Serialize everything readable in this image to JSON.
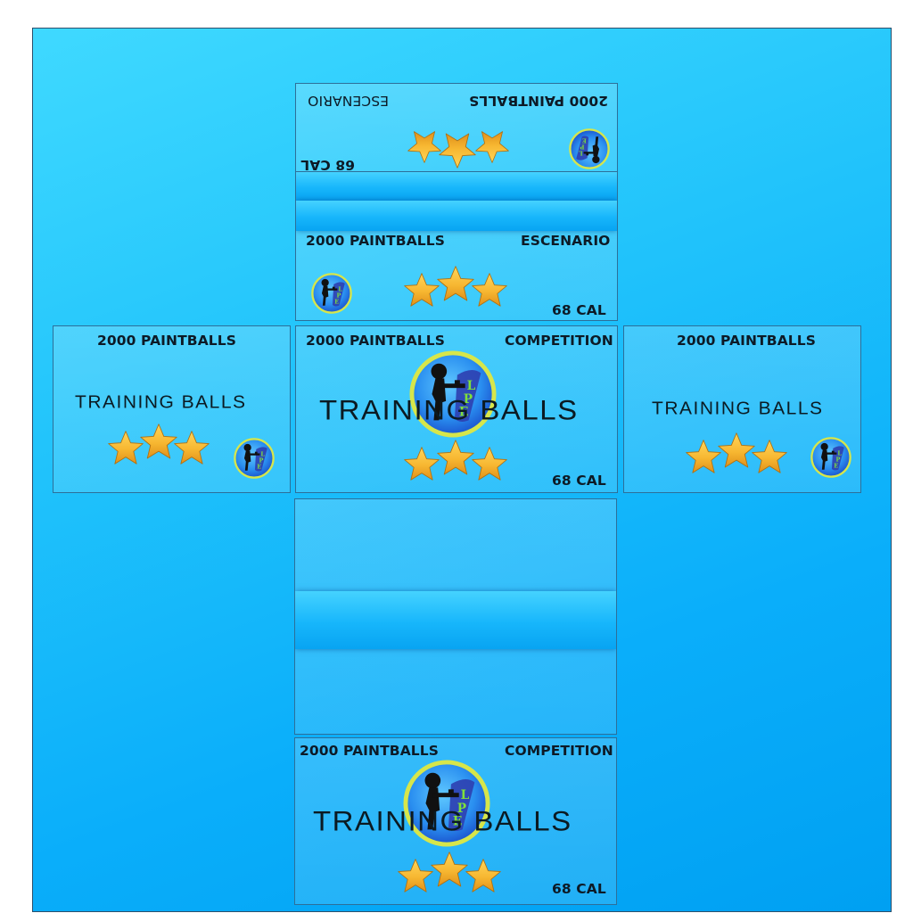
{
  "colors": {
    "background_top": "#3fd9ff",
    "background_bottom": "#00a0f2",
    "star_fill": "#f7b731",
    "logo_ring": "#d7e64a",
    "logo_inner": "#1f6ed8",
    "text": "#0d1a26"
  },
  "panel_top_flap": {
    "count": "2000 PAINTBALLS",
    "type": "ESCENARIO",
    "caliber": "68 CAL",
    "rating_stars": 3
  },
  "panel_top": {
    "count": "2000 PAINTBALLS",
    "type": "ESCENARIO",
    "caliber": "68 CAL",
    "rating_stars": 3
  },
  "panel_left": {
    "count": "2000 PAINTBALLS",
    "product": "TRAINING BALLS",
    "rating_stars": 3
  },
  "panel_front": {
    "count": "2000 PAINTBALLS",
    "type": "COMPETITION",
    "product": "TRAINING BALLS",
    "caliber": "68 CAL",
    "rating_stars": 3
  },
  "panel_right": {
    "count": "2000 PAINTBALLS",
    "product": "TRAINING BALLS",
    "rating_stars": 3
  },
  "panel_bottom": {
    "count": "2000 PAINTBALLS",
    "type": "COMPETITION",
    "product": "TRAINING BALLS",
    "caliber": "68 CAL",
    "rating_stars": 3
  },
  "icons": {
    "star": "star-icon",
    "logo": "paintball-player-logo"
  }
}
